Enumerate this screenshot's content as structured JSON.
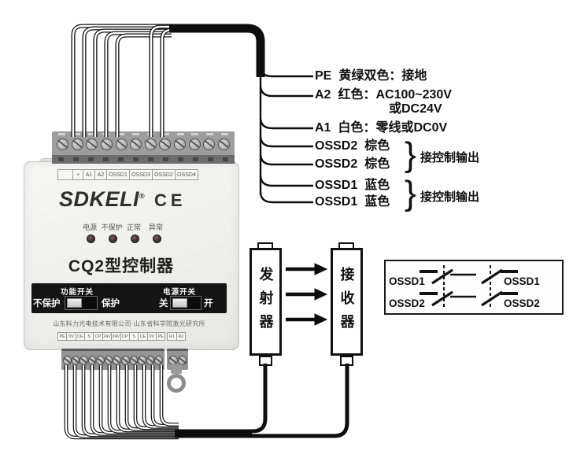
{
  "device": {
    "brand": "SDKELI",
    "brand_reg": "®",
    "ce_mark": "CE",
    "top_terminal_labels": [
      "",
      "+",
      "A1",
      "A2",
      "OSSD1",
      "OSSD3",
      "OSSD2",
      "OSSD4"
    ],
    "indicators": [
      {
        "label": "电源"
      },
      {
        "label": "不保护"
      },
      {
        "label": "正常"
      },
      {
        "label": "异常"
      }
    ],
    "model": "CQ2型控制器",
    "function_switch": {
      "title": "功能开关",
      "left_label": "不保护",
      "right_label": "保护"
    },
    "power_switch": {
      "title": "电源开关",
      "left_label": "关",
      "right_label": "开"
    },
    "company": "山东科力光电技术有限公司·山东省科学院激光研究所",
    "bottom_terminal_labels": [
      "PE",
      "0V",
      "CE",
      "S",
      "CP",
      "24V",
      "24V",
      "CP",
      "S",
      "CE",
      "0V",
      "PE",
      "R1",
      "R2"
    ]
  },
  "wiring": {
    "labels": [
      {
        "terminal": "PE",
        "desc": "黄绿双色：接地"
      },
      {
        "terminal": "A2",
        "desc": "红色：AC100~230V",
        "desc_line2": "或DC24V"
      },
      {
        "terminal": "A1",
        "desc": "白色：零线或DC0V"
      },
      {
        "terminal": "OSSD2",
        "desc": "棕色"
      },
      {
        "terminal": "OSSD2",
        "desc": "棕色"
      },
      {
        "terminal": "OSSD1",
        "desc": "蓝色"
      },
      {
        "terminal": "OSSD1",
        "desc": "蓝色"
      }
    ],
    "group_notes": [
      {
        "brace": "}",
        "label": "接控制输出"
      },
      {
        "brace": "}",
        "label": "接控制输出"
      }
    ]
  },
  "sensors": {
    "transmitter": "发射器",
    "receiver": "接收器"
  },
  "contact_box": {
    "left_labels": [
      "OSSD1",
      "OSSD2"
    ],
    "right_labels": [
      "OSSD1",
      "OSSD2"
    ]
  },
  "colors": {
    "wire_black": "#0d0d0d",
    "device_face": "#f0efec",
    "strip_black": "#141414",
    "led": "#40302f"
  }
}
